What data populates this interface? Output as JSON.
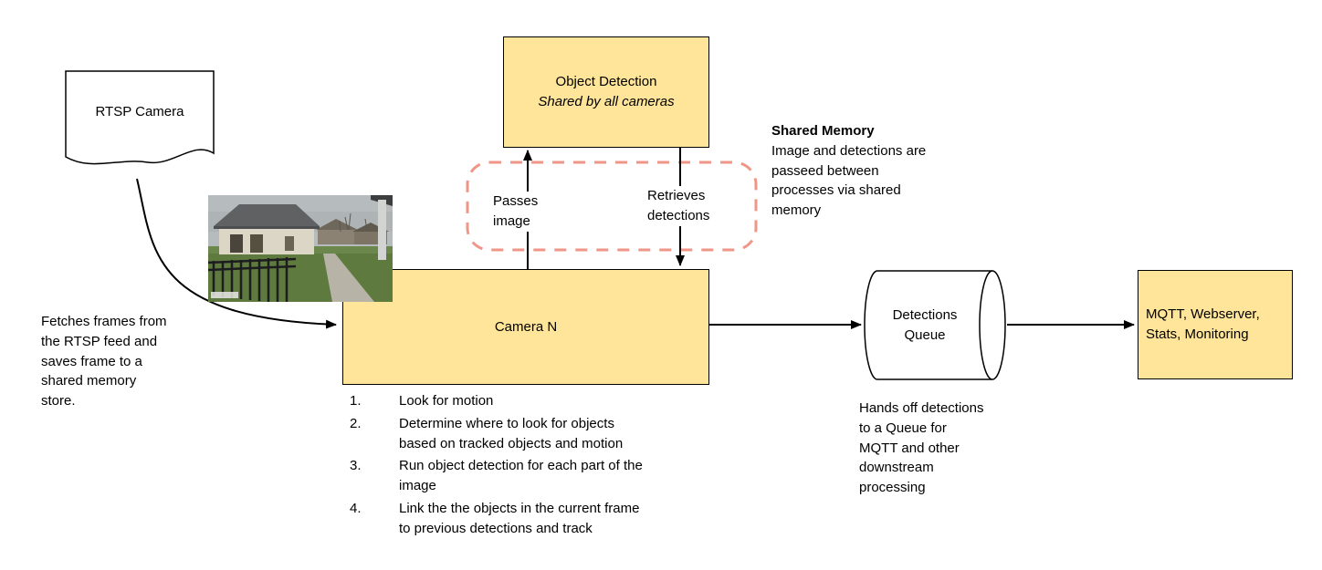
{
  "diagram": {
    "rtsp_camera": {
      "label": "RTSP Camera"
    },
    "fetch_note": "Fetches frames from\nthe RTSP feed and\nsaves frame to a\nshared memory\nstore.",
    "object_detection": {
      "title": "Object Detection",
      "subtitle": "Shared by all cameras"
    },
    "shared_memory": {
      "passes_label": "Passes\nimage",
      "retrieves_label": "Retrieves\ndetections",
      "note_title": "Shared Memory",
      "note_body": "Image and detections are\npasseed between\nprocesses via shared\nmemory"
    },
    "camera_n": {
      "label": "Camera N",
      "steps": [
        {
          "num": "1.",
          "text": "Look for motion"
        },
        {
          "num": "2.",
          "text": "Determine where to look for objects\nbased on tracked objects and motion"
        },
        {
          "num": "3.",
          "text": "Run object detection for each part of the\nimage"
        },
        {
          "num": "4.",
          "text": "Link the the objects in the current frame\nto previous detections and track"
        }
      ]
    },
    "detections_queue": {
      "label": "Detections\nQueue",
      "note": "Hands off detections\nto a Queue for\nMQTT and other\ndownstream\nprocessing"
    },
    "mqtt_box": {
      "label": "MQTT, Webserver,\nStats, Monitoring"
    },
    "colors": {
      "node_fill": "#ffe599",
      "node_border": "#000000",
      "shared_memory_dash": "#f09688",
      "arrow": "#000000"
    }
  }
}
